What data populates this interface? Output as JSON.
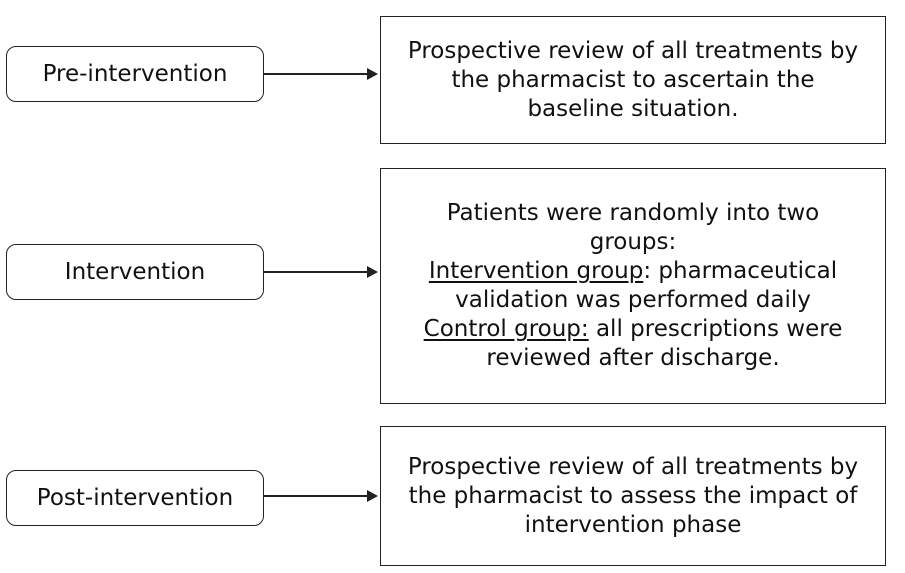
{
  "phases": [
    {
      "label": "Pre-intervention",
      "lines": [
        "Prospective review of all treatments by",
        "the pharmacist to ascertain the",
        "baseline situation."
      ]
    },
    {
      "label": "Intervention",
      "lines": [
        "Patients were randomly into two",
        "groups:"
      ],
      "intervention_group_label": "Intervention group",
      "intervention_group_text_1": ": pharmaceutical",
      "intervention_group_text_2": "validation was performed daily",
      "control_group_label": "Control group:",
      "control_group_text_1": " all prescriptions were",
      "control_group_text_2": "reviewed after discharge."
    },
    {
      "label": "Post-intervention",
      "lines": [
        "Prospective review of all treatments by",
        "the pharmacist to assess the impact of",
        "intervention phase"
      ]
    }
  ]
}
